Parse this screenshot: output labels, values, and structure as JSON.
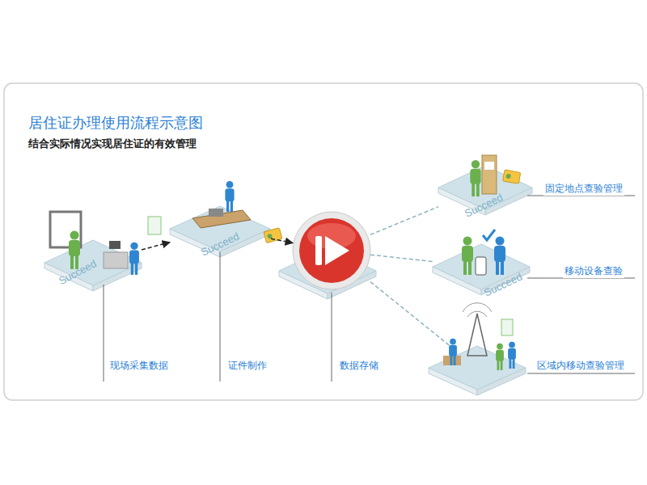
{
  "diagram": {
    "title": "居住证办理使用流程示意图",
    "caption": "结合实际情况实现居住证的有效管理",
    "nodes": [
      {
        "text": [
          "现场采集数据"
        ]
      },
      {
        "text": [
          "证件制作"
        ]
      },
      {
        "text": [
          "数据存储"
        ]
      },
      {
        "text": [
          "固定地点查验管理"
        ]
      },
      {
        "text": [
          "移动设备查验"
        ]
      },
      {
        "text": [
          "区域内移动查验管理"
        ]
      }
    ],
    "edges": [
      {
        "from": 0,
        "to": 1,
        "arrow": "to"
      },
      {
        "from": 1,
        "to": 2,
        "arrow": "to"
      },
      {
        "from": 2,
        "to": 3,
        "arrow": "none"
      },
      {
        "from": 2,
        "to": 4,
        "arrow": "none"
      },
      {
        "from": 2,
        "to": 5,
        "arrow": "none"
      }
    ],
    "labels": [
      "Succeed",
      "Succeed",
      "Succeed",
      "Succeed"
    ]
  }
}
